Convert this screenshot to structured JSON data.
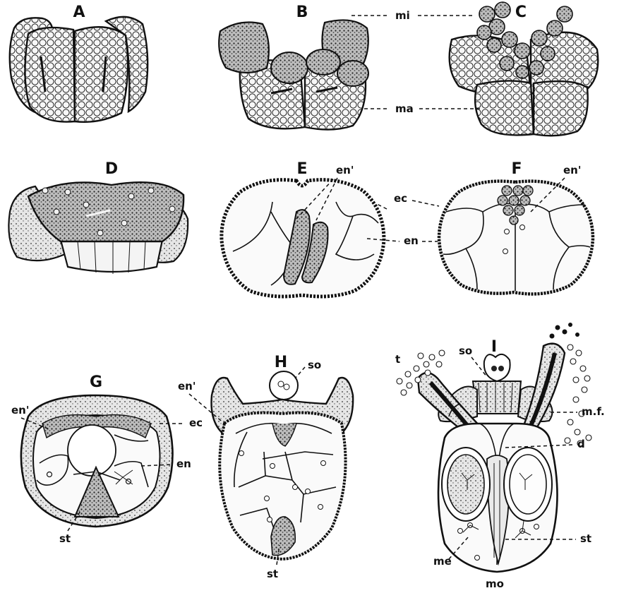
{
  "figure": {
    "panel_labels": [
      "A",
      "B",
      "C",
      "D",
      "E",
      "F",
      "G",
      "H",
      "I"
    ],
    "annotations": {
      "mi": "mi",
      "ma": "ma",
      "en_prime": "en'",
      "ec": "ec",
      "en": "en",
      "so": "so",
      "st": "st",
      "t": "t",
      "mf": "m.f.",
      "d": "d",
      "me": "me",
      "mo": "mo"
    }
  }
}
